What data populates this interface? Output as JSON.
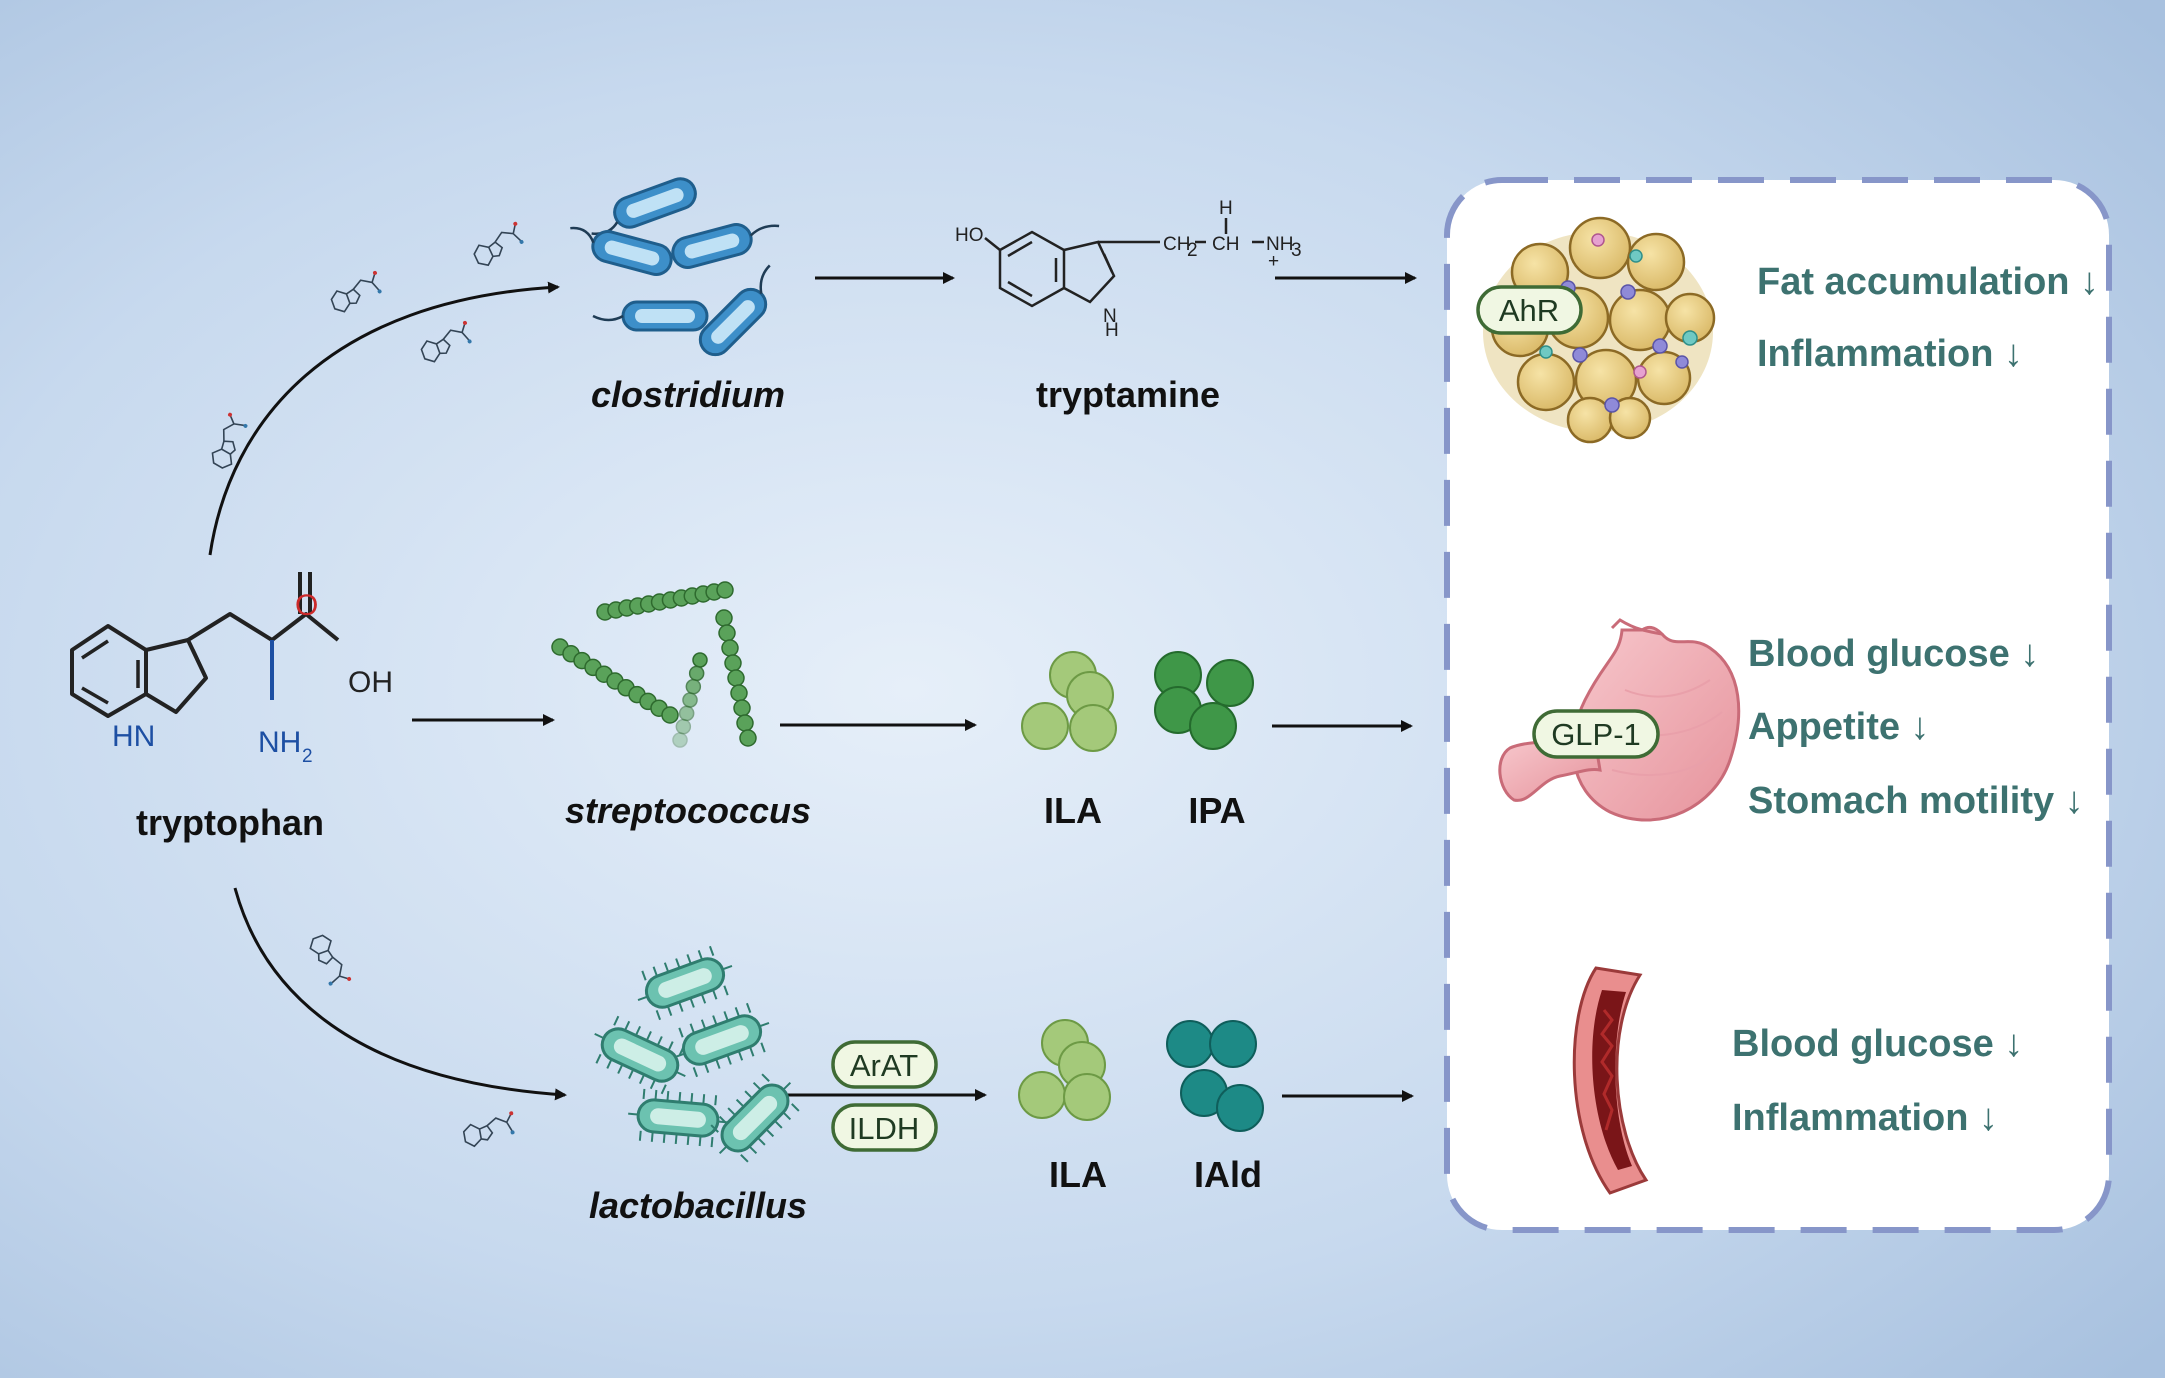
{
  "colors": {
    "background_center": "#e1ecf8",
    "background_edge": "#a9c2e0",
    "effect_text": "#3d7270",
    "box_border": "#8796c9",
    "pill_fill": "#f0f7e3",
    "pill_border": "#3f6b35",
    "clostridium": "#3d8fc9",
    "streptococcus": "#5aa25a",
    "lactobacillus": "#6cc2b0",
    "ila": "#a4c97a",
    "ipa": "#3f9748",
    "iald": "#1d8a86"
  },
  "precursor": {
    "name": "tryptophan",
    "atoms": {
      "o": "O",
      "oh": "OH",
      "hn": "HN",
      "nh2": "NH",
      "nh2_sub": "2"
    }
  },
  "pathways": [
    {
      "id": "top",
      "bacteria": "clostridium",
      "products": [
        "tryptamine"
      ],
      "structure_atoms": {
        "ho": "HO",
        "ch2": "CH",
        "ch2_sub": "2",
        "ch": "CH",
        "h": "H",
        "nh3": "NH",
        "nh3_sub": "3",
        "nh_ring": "N",
        "nh_ring_h": "H",
        "plus": "+"
      },
      "receptor": "AhR",
      "target_icon": "adipose-tissue-icon",
      "effects": [
        "Fat accumulation ↓",
        "Inflammation ↓"
      ]
    },
    {
      "id": "middle",
      "bacteria": "streptococcus",
      "products": [
        "ILA",
        "IPA"
      ],
      "receptor": "GLP-1",
      "target_icon": "stomach-icon",
      "effects": [
        "Blood glucose ↓",
        "Appetite ↓",
        "Stomach motility ↓"
      ]
    },
    {
      "id": "bottom",
      "bacteria": "lactobacillus",
      "enzymes": [
        "ArAT",
        "ILDH"
      ],
      "products": [
        "ILA",
        "IAld"
      ],
      "target_icon": "blood-vessel-icon",
      "effects": [
        "Blood glucose ↓",
        "Inflammation ↓"
      ]
    }
  ]
}
